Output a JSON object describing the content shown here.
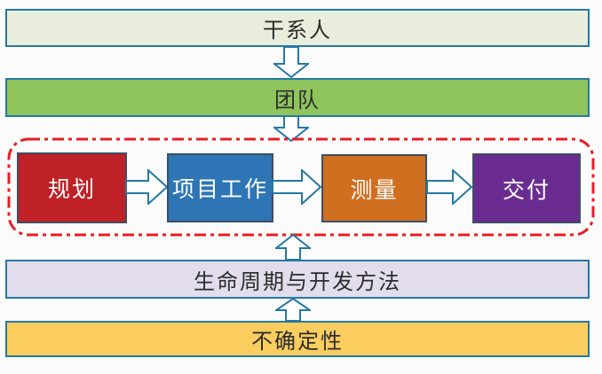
{
  "diagram": {
    "bars": {
      "stakeholders": {
        "label": "干系人",
        "fill": "#e8eedb"
      },
      "team": {
        "label": "团队",
        "fill": "#8fc45c"
      },
      "lifecycle": {
        "label": "生命周期与开发方法",
        "fill": "#e2dcec"
      },
      "uncertainty": {
        "label": "不确定性",
        "fill": "#facd5e"
      }
    },
    "process_boxes": [
      {
        "label": "规划",
        "fill": "#c02126"
      },
      {
        "label": "项目工作",
        "fill": "#2e75b5"
      },
      {
        "label": "测量",
        "fill": "#cf6f1f"
      },
      {
        "label": "交付",
        "fill": "#6b2c91"
      }
    ],
    "colors": {
      "bar_border": "#2578a4",
      "box_border": "#3f4e63",
      "arrow_outline": "#2578a4",
      "arrow_fill": "#ffffff",
      "dashed_frame": "#ea1c24",
      "bar_text": "#2d2d2d",
      "box_text": "#ffffff",
      "background": "#fbfbfb"
    }
  }
}
